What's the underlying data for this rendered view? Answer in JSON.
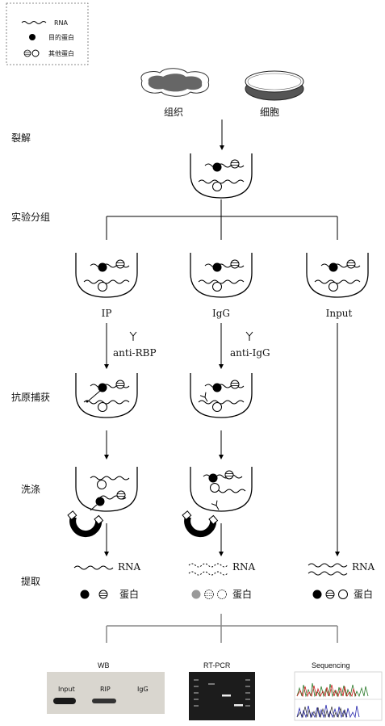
{
  "legend": {
    "rna": "RNA",
    "target_protein": "目的蛋白",
    "other_protein": "其他蛋白"
  },
  "sources": {
    "tissue": "组织",
    "cell": "细胞"
  },
  "steps": {
    "lysis": "裂解",
    "grouping": "实验分组",
    "capture": "抗原捕获",
    "wash": "洗涤",
    "extract": "提取"
  },
  "groups": {
    "ip": "IP",
    "igg": "IgG",
    "input": "Input"
  },
  "antibodies": {
    "anti_rbp": "anti-RBP",
    "anti_igg": "anti-IgG"
  },
  "extract_labels": {
    "rna": "RNA",
    "protein": "蛋白"
  },
  "analysis": {
    "wb": "WB",
    "rtpcr": "RT-PCR",
    "sequencing": "Sequencing",
    "wb_lanes": [
      "Input",
      "RIP",
      "IgG"
    ]
  },
  "colors": {
    "target_fill": "#000000",
    "grey_fill": "#999999",
    "tissue_fill": "#666666",
    "cell_fill": "#555555",
    "gel_bg": "#1c1c1c",
    "wb_bg": "#d9d6cf"
  }
}
